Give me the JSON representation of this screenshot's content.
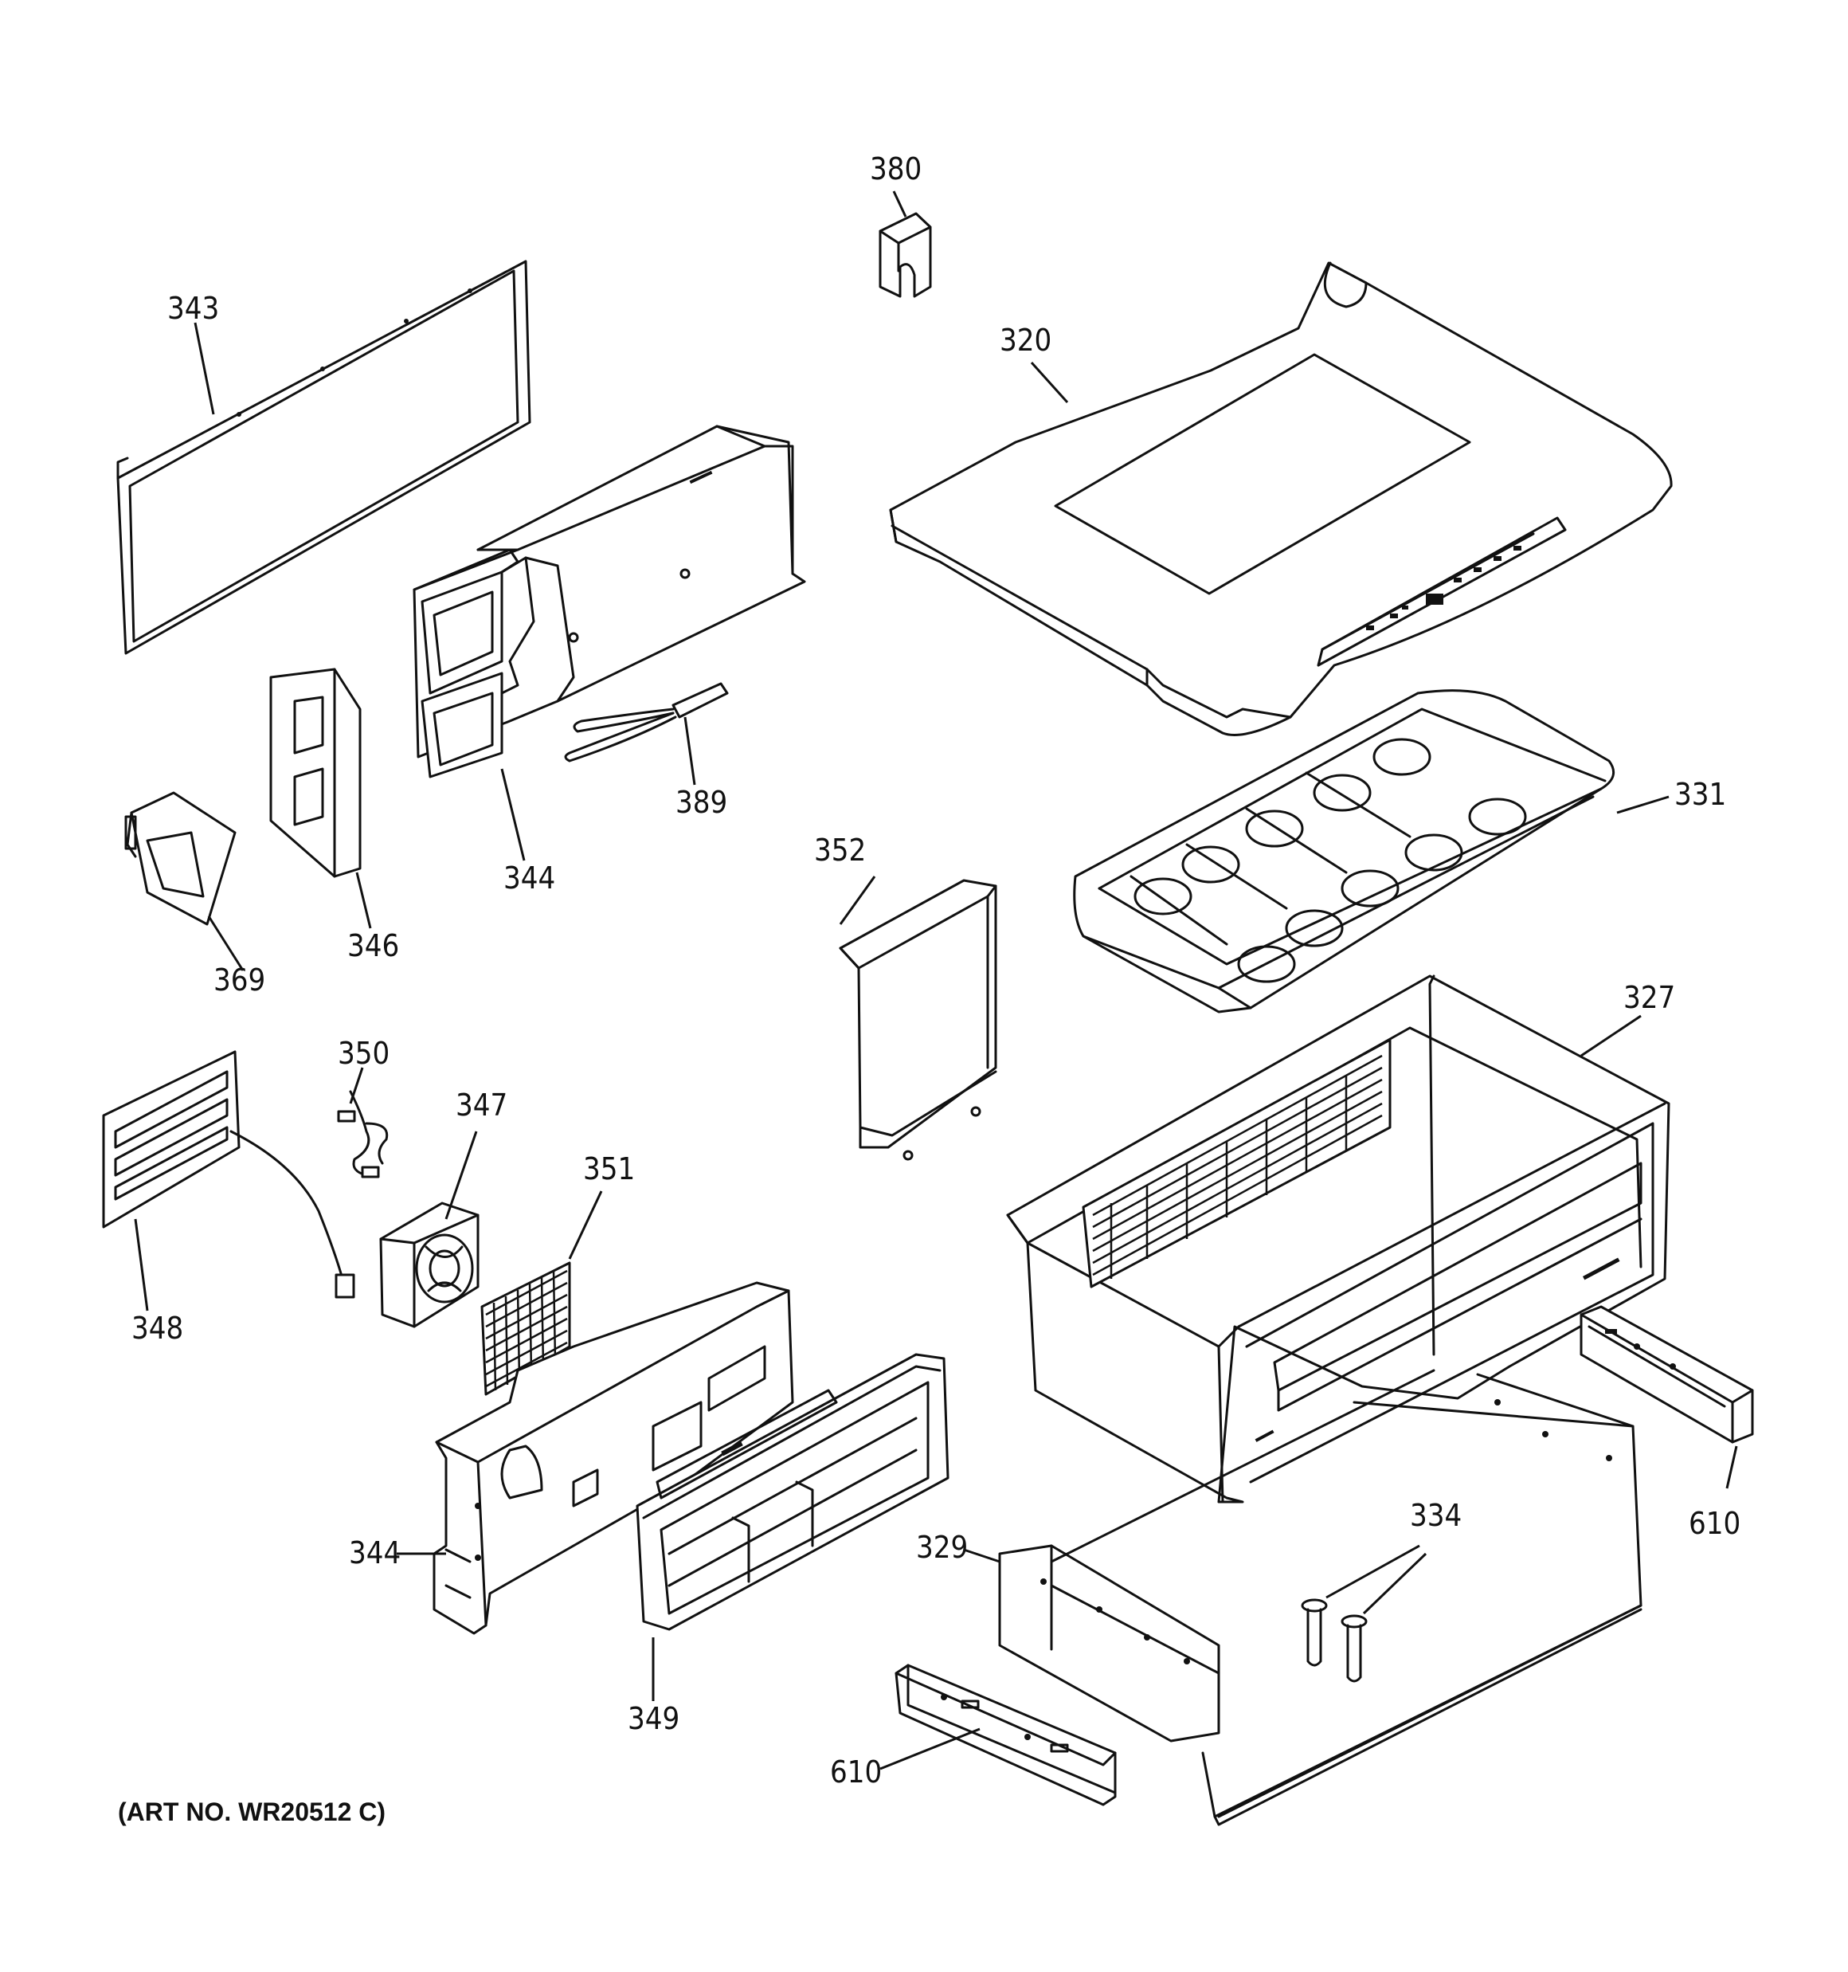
{
  "art_number": "(ART NO. WR20512 C)",
  "parts": [
    {
      "key": "p380",
      "label": "380",
      "icon": "end-cap"
    },
    {
      "key": "p320",
      "label": "320",
      "icon": "top-cover-with-control-panel"
    },
    {
      "key": "p343",
      "label": "343",
      "icon": "back-panel"
    },
    {
      "key": "p344a",
      "label": "344",
      "icon": "air-duct-housing"
    },
    {
      "key": "p389",
      "label": "389",
      "icon": "thermistor"
    },
    {
      "key": "p346",
      "label": "346",
      "icon": "duct-gasket"
    },
    {
      "key": "p369",
      "label": "369",
      "icon": "damper-cover"
    },
    {
      "key": "p331",
      "label": "331",
      "icon": "egg-tray"
    },
    {
      "key": "p352",
      "label": "352",
      "icon": "bracket"
    },
    {
      "key": "p327",
      "label": "327",
      "icon": "drawer-pan"
    },
    {
      "key": "p350",
      "label": "350",
      "icon": "wire-harness"
    },
    {
      "key": "p347",
      "label": "347",
      "icon": "fan-motor"
    },
    {
      "key": "p351",
      "label": "351",
      "icon": "fan-guard-screen"
    },
    {
      "key": "p348",
      "label": "348",
      "icon": "heater-plate"
    },
    {
      "key": "p610a",
      "label": "610",
      "icon": "drawer-slide"
    },
    {
      "key": "p344b",
      "label": "344",
      "icon": "fan-housing"
    },
    {
      "key": "p329",
      "label": "329",
      "icon": "mounting-frame"
    },
    {
      "key": "p334",
      "label": "334",
      "icon": "screw-pin"
    },
    {
      "key": "p349",
      "label": "349",
      "icon": "grille-frame"
    },
    {
      "key": "p610b",
      "label": "610",
      "icon": "drawer-slide"
    }
  ]
}
